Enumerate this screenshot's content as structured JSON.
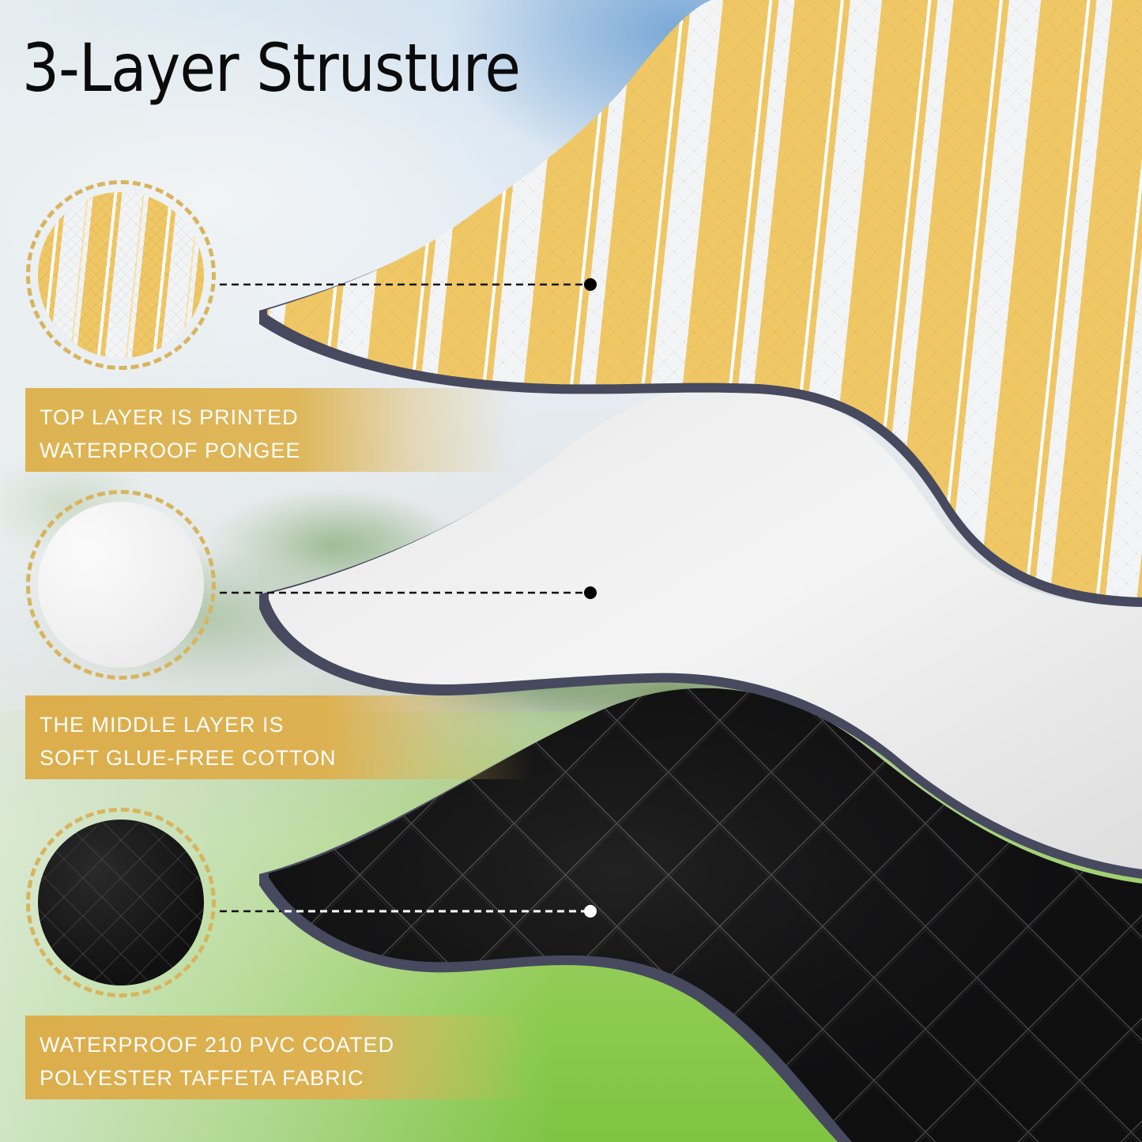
{
  "title": "3-Layer Strusture",
  "colors": {
    "accent_gold": "#DDB152",
    "stripe_yellow": "#F0C765",
    "stripe_white": "#F3F4F6",
    "binding_navy": "#474A5E",
    "black_layer": "#111111",
    "cotton_white": "#EFEFEF",
    "title_text": "#0B0B0B",
    "band_text": "#FFFFFF"
  },
  "layers": [
    {
      "id": "top",
      "swatch_icon": "striped-fabric-swatch",
      "line1": "TOP LAYER IS PRINTED",
      "line2": "WATERPROOF PONGEE",
      "leader_dot_color": "#000000"
    },
    {
      "id": "middle",
      "swatch_icon": "cotton-fabric-swatch",
      "line1": "THE MIDDLE LAYER IS",
      "line2": "SOFT GLUE-FREE COTTON",
      "leader_dot_color": "#000000"
    },
    {
      "id": "bottom",
      "swatch_icon": "black-quilted-fabric-swatch",
      "line1": "WATERPROOF 210 PVC COATED",
      "line2": "POLYESTER TAFFETA FABRIC",
      "leader_dot_color": "#FFFFFF"
    }
  ]
}
